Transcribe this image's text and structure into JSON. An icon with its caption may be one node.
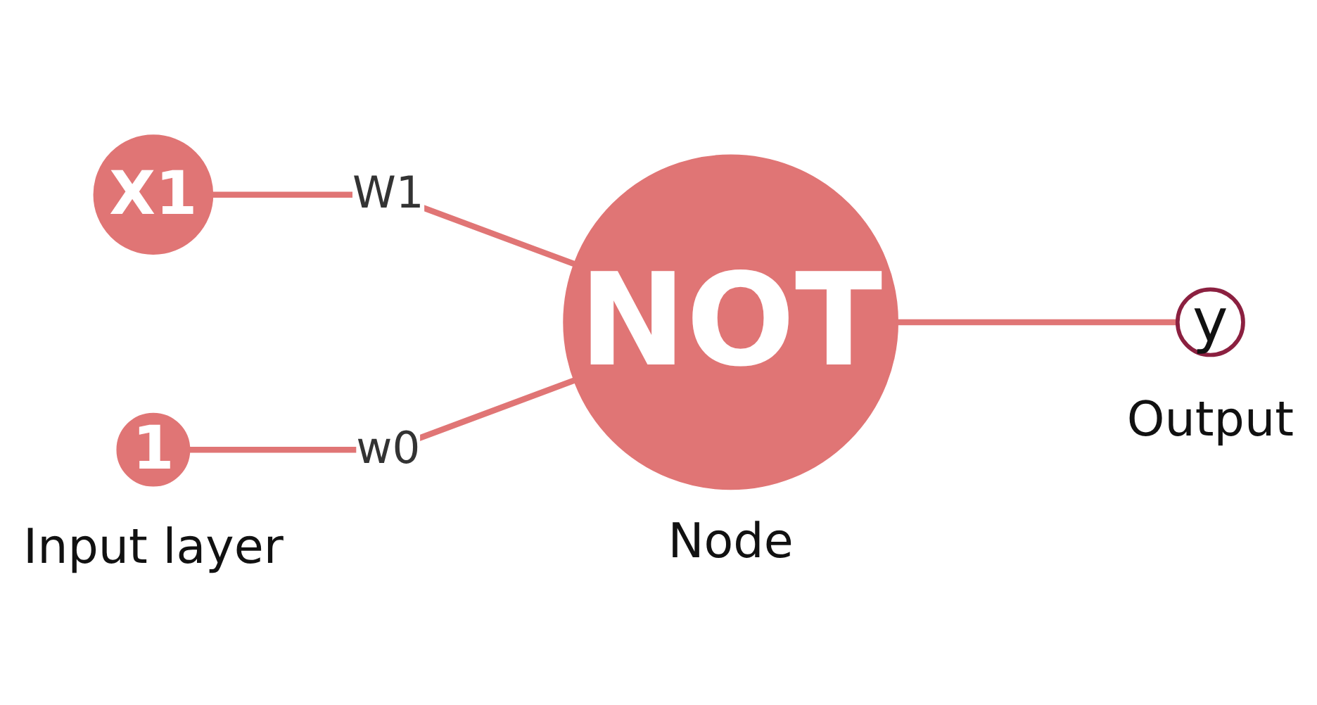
{
  "diagram": {
    "nodes": [
      {
        "text": [
          "X1"
        ]
      },
      {
        "text": [
          "1"
        ],
        "beside": [
          "Input layer"
        ]
      },
      {
        "text": [
          "NOT"
        ],
        "beside": [
          "Node"
        ]
      },
      {
        "text": [
          "y"
        ],
        "beside": [
          "Output"
        ]
      }
    ],
    "edges": [
      {
        "from": 0,
        "to": 2,
        "arrow": "none",
        "label": "W1"
      },
      {
        "from": 1,
        "to": 2,
        "arrow": "none",
        "label": "w0"
      },
      {
        "from": 2,
        "to": 3,
        "arrow": "none"
      }
    ]
  }
}
